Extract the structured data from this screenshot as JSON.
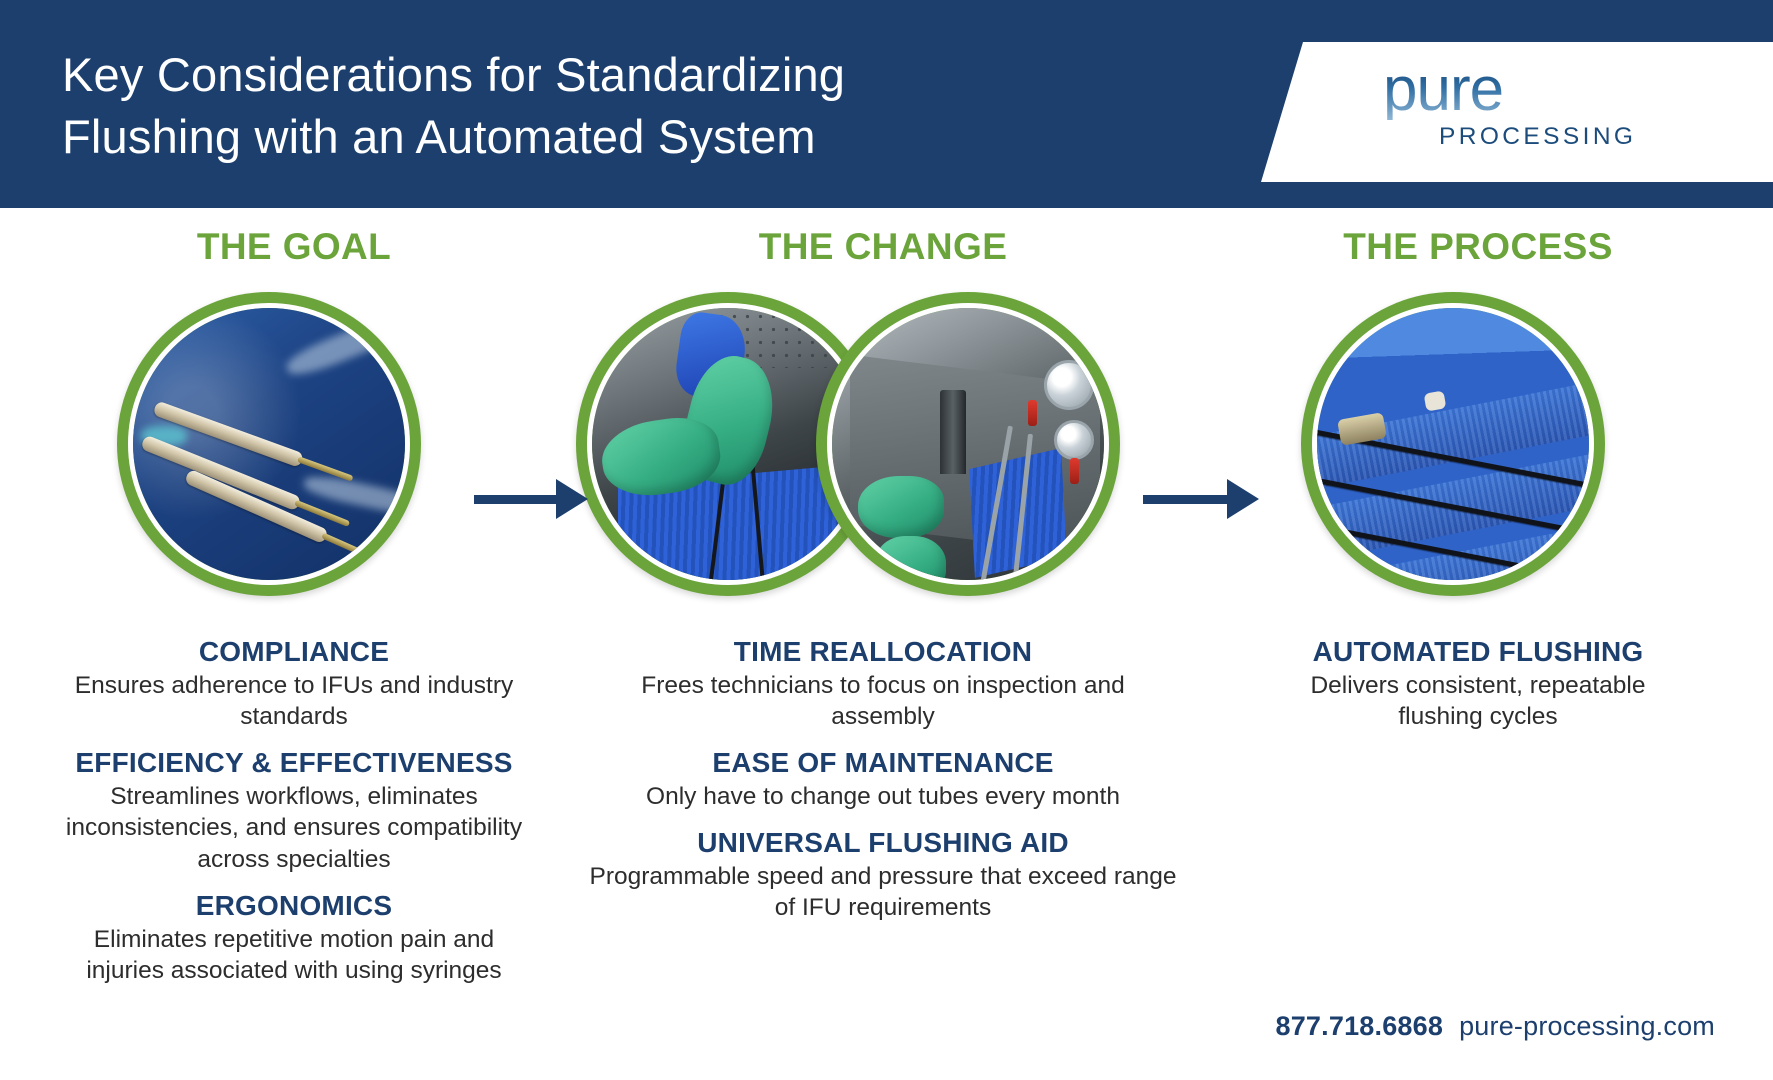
{
  "header": {
    "title": "Key Considerations for Standardizing\nFlushing with an Automated System",
    "background_color": "#1c3f6e",
    "logo": {
      "word": "pure",
      "sub": "PROCESSING"
    }
  },
  "accent_colors": {
    "navy": "#1c3f6e",
    "green": "#6ba43a",
    "body_text": "#2d2d2d"
  },
  "columns": [
    {
      "heading": "THE GOAL",
      "photos": [
        {
          "alt_name": "syringes-and-luer-connectors-photo"
        }
      ],
      "items": [
        {
          "title": "COMPLIANCE",
          "body": "Ensures adherence to IFUs and industry standards"
        },
        {
          "title": "EFFICIENCY & EFFECTIVENESS",
          "body": "Streamlines workflows, eliminates inconsistencies, and ensures compatibility across specialties"
        },
        {
          "title": "ERGONOMICS",
          "body": "Eliminates repetitive motion pain and injuries associated with using syringes"
        }
      ]
    },
    {
      "heading": "THE CHANGE",
      "photos": [
        {
          "alt_name": "technician-manual-flushing-sink-photo"
        },
        {
          "alt_name": "automated-flushing-station-sink-photo"
        }
      ],
      "items": [
        {
          "title": "TIME REALLOCATION",
          "body": "Frees technicians to focus on inspection and assembly"
        },
        {
          "title": "EASE OF MAINTENANCE",
          "body": "Only have to change out tubes every month"
        },
        {
          "title": "UNIVERSAL FLUSHING AID",
          "body": "Programmable speed and pressure that exceed range of IFU requirements"
        }
      ]
    },
    {
      "heading": "THE PROCESS",
      "photos": [
        {
          "alt_name": "scopes-on-blue-mat-photo"
        }
      ],
      "items": [
        {
          "title": "AUTOMATED FLUSHING",
          "body": "Delivers consistent, repeatable flushing cycles"
        }
      ]
    }
  ],
  "connectors": [
    {
      "name": "arrow-goal-to-change",
      "direction": "right"
    },
    {
      "name": "arrow-change-to-process",
      "direction": "right"
    }
  ],
  "footer": {
    "phone": "877.718.6868",
    "website": "pure-processing.com"
  }
}
